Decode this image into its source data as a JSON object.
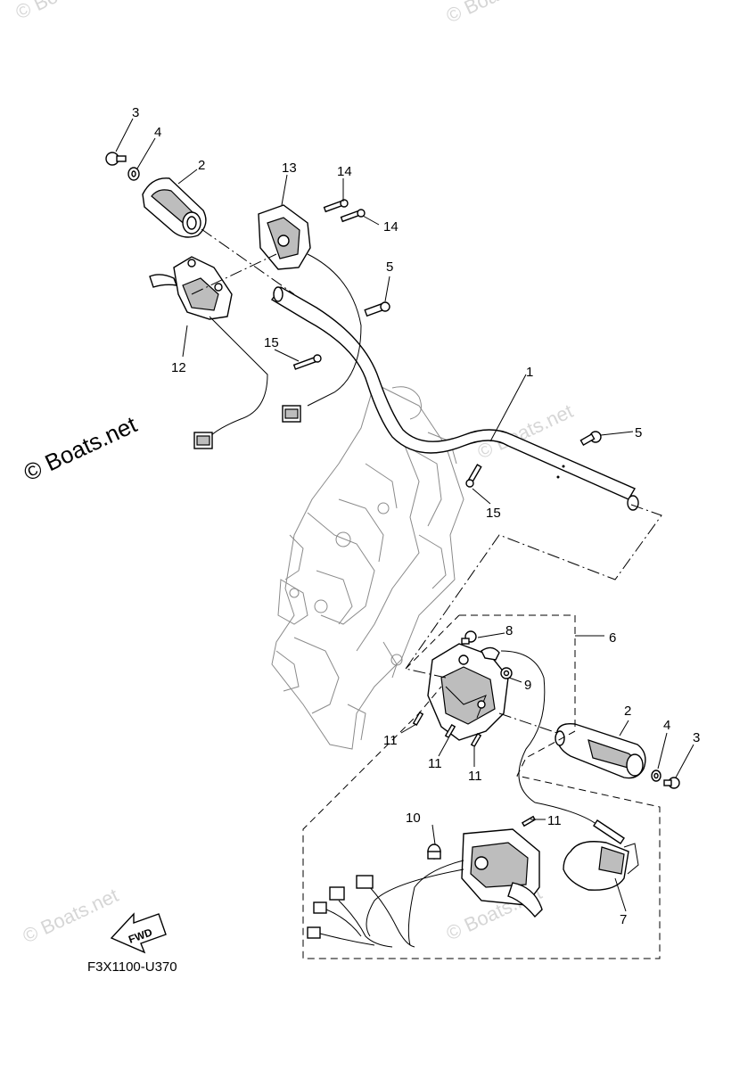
{
  "watermarks": {
    "corner_text": "© Boats.net",
    "main_text": "© Boats.net"
  },
  "figure_code": "F3X1100-U370",
  "fwd_label": "FWD",
  "callouts": {
    "c1": "1",
    "c2a": "2",
    "c2b": "2",
    "c3a": "3",
    "c3b": "3",
    "c4a": "4",
    "c4b": "4",
    "c5a": "5",
    "c5b": "5",
    "c6": "6",
    "c7": "7",
    "c8": "8",
    "c9": "9",
    "c10": "10",
    "c11a": "11",
    "c11b": "11",
    "c11c": "11",
    "c11d": "11",
    "c12": "12",
    "c13": "13",
    "c14a": "14",
    "c14b": "14",
    "c15a": "15",
    "c15b": "15"
  }
}
